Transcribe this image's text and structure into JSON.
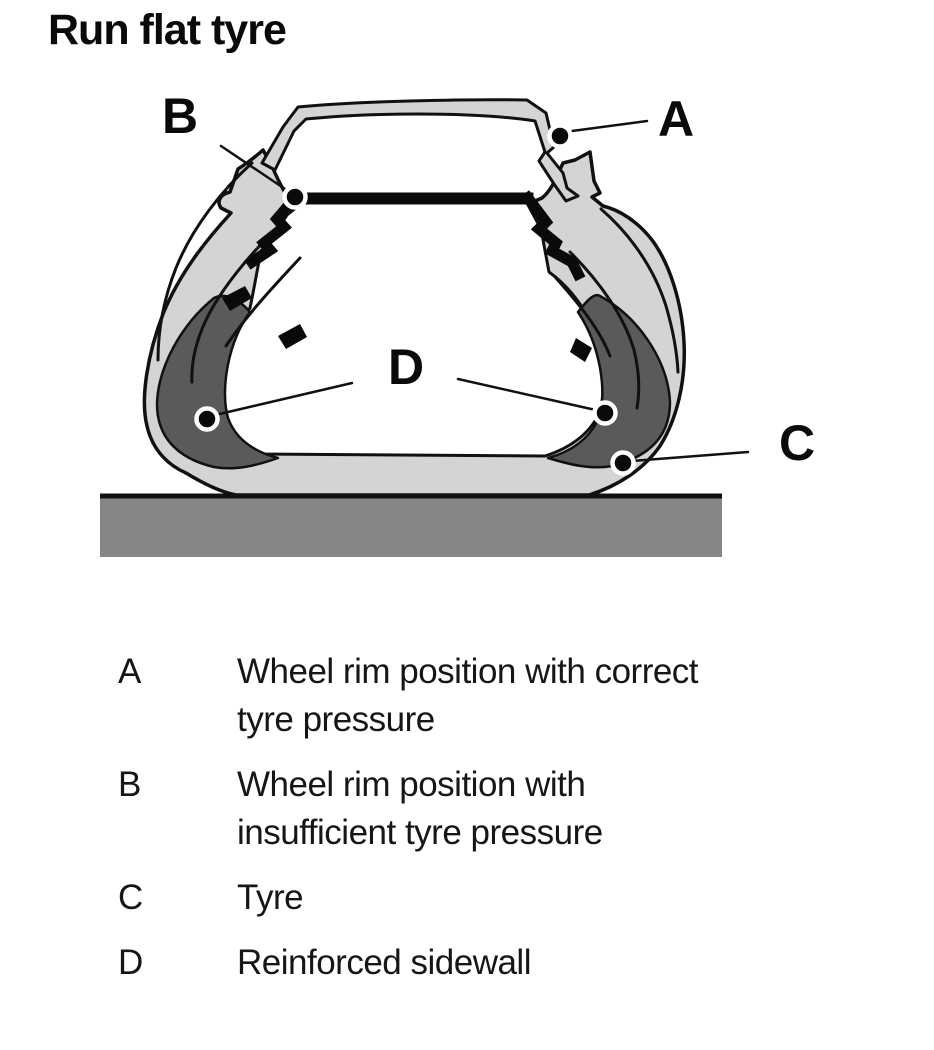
{
  "title": "Run flat tyre",
  "diagram": {
    "labels": {
      "a": "A",
      "b": "B",
      "c": "C",
      "d": "D"
    },
    "colors": {
      "tire_gray": "#d4d4d4",
      "reinforced_sidewall_dark": "#5a5a5a",
      "ground_gray": "#868686",
      "outline_black": "#111111",
      "rim_b_black": "#0a0a0a"
    }
  },
  "legend": {
    "items": [
      {
        "key": "A",
        "lines": [
          "Wheel rim position with correct",
          "tyre pressure"
        ]
      },
      {
        "key": "B",
        "lines": [
          "Wheel rim position with",
          "insufficient tyre pressure"
        ]
      },
      {
        "key": "C",
        "lines": [
          "Tyre"
        ]
      },
      {
        "key": "D",
        "lines": [
          "Reinforced sidewall"
        ]
      }
    ]
  }
}
